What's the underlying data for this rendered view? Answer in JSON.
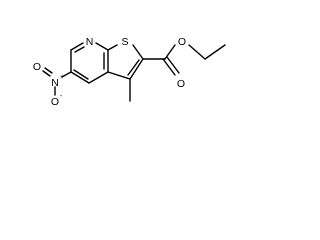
{
  "molecule": {
    "atoms": {
      "pyridine_n": "N",
      "thiophene_s": "S",
      "carbonyl_o": "O",
      "ester_o": "O",
      "nitro_n": "N",
      "nitro_n_charge": "+",
      "nitro_o_top": "O",
      "nitro_o_bottom": "O",
      "nitro_o_bottom_charge": "-"
    }
  }
}
